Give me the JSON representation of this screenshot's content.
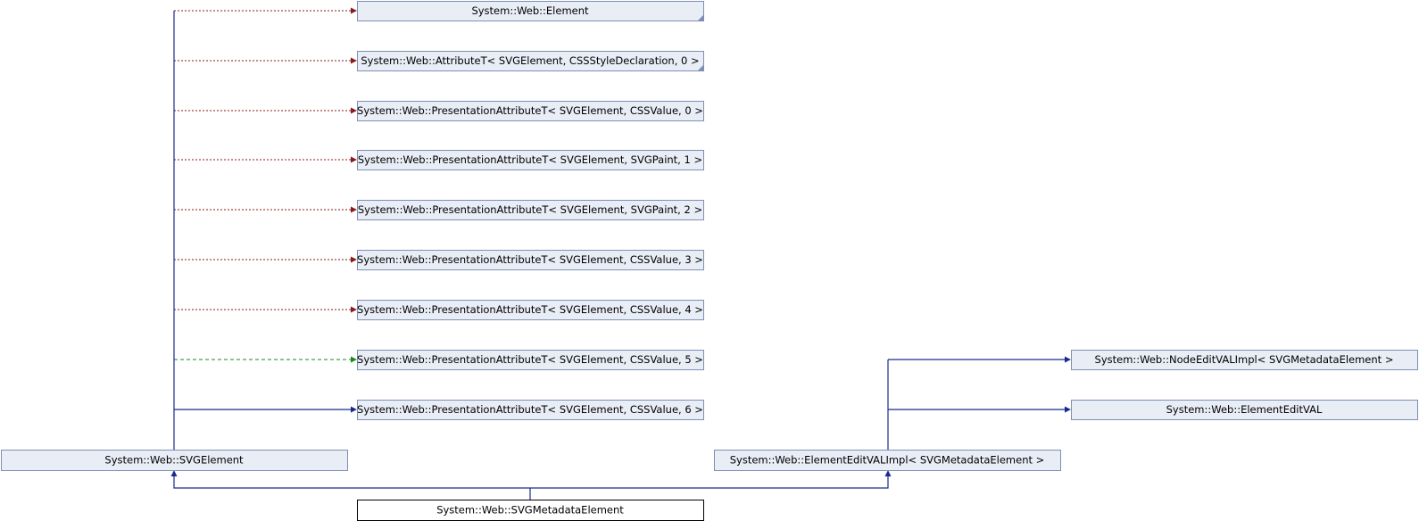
{
  "diagram": {
    "root": {
      "id": "metadata",
      "label": "System::Web::SVGMetadataElement"
    },
    "nodes": [
      {
        "id": "element",
        "label": "System::Web::Element",
        "truncated": true
      },
      {
        "id": "attr0",
        "label": "System::Web::AttributeT< SVGElement, CSSStyleDeclaration, 0 >",
        "truncated": true
      },
      {
        "id": "pa0",
        "label": "System::Web::PresentationAttributeT< SVGElement, CSSValue, 0 >",
        "truncated": false
      },
      {
        "id": "pa1",
        "label": "System::Web::PresentationAttributeT< SVGElement, SVGPaint, 1 >",
        "truncated": false
      },
      {
        "id": "pa2",
        "label": "System::Web::PresentationAttributeT< SVGElement, SVGPaint, 2 >",
        "truncated": false
      },
      {
        "id": "pa3",
        "label": "System::Web::PresentationAttributeT< SVGElement, CSSValue, 3 >",
        "truncated": false
      },
      {
        "id": "pa4",
        "label": "System::Web::PresentationAttributeT< SVGElement, CSSValue, 4 >",
        "truncated": false
      },
      {
        "id": "pa5",
        "label": "System::Web::PresentationAttributeT< SVGElement, CSSValue, 5 >",
        "truncated": false
      },
      {
        "id": "pa6",
        "label": "System::Web::PresentationAttributeT< SVGElement, CSSValue, 6 >",
        "truncated": false
      },
      {
        "id": "nodeedit",
        "label": "System::Web::NodeEditVALImpl< SVGMetadataElement >",
        "truncated": false
      },
      {
        "id": "elemeditval",
        "label": "System::Web::ElementEditVAL",
        "truncated": false
      },
      {
        "id": "svgelement",
        "label": "System::Web::SVGElement",
        "truncated": false
      },
      {
        "id": "elemeditimpl",
        "label": "System::Web::ElementEditVALImpl< SVGMetadataElement >",
        "truncated": false
      }
    ],
    "edges": [
      {
        "from": "svgelement",
        "to": "element",
        "kind": "private"
      },
      {
        "from": "svgelement",
        "to": "attr0",
        "kind": "private"
      },
      {
        "from": "svgelement",
        "to": "pa0",
        "kind": "private"
      },
      {
        "from": "svgelement",
        "to": "pa1",
        "kind": "private"
      },
      {
        "from": "svgelement",
        "to": "pa2",
        "kind": "private"
      },
      {
        "from": "svgelement",
        "to": "pa3",
        "kind": "private"
      },
      {
        "from": "svgelement",
        "to": "pa4",
        "kind": "private"
      },
      {
        "from": "svgelement",
        "to": "pa5",
        "kind": "protected"
      },
      {
        "from": "svgelement",
        "to": "pa6",
        "kind": "public"
      },
      {
        "from": "elemeditimpl",
        "to": "nodeedit",
        "kind": "public"
      },
      {
        "from": "elemeditimpl",
        "to": "elemeditval",
        "kind": "public"
      },
      {
        "from": "metadata",
        "to": "svgelement",
        "kind": "public"
      },
      {
        "from": "metadata",
        "to": "elemeditimpl",
        "kind": "public"
      }
    ],
    "colors": {
      "private": "#8b1a1a",
      "protected": "#1a8b1a",
      "public": "#1a2a8b",
      "node_fill": "#e8edf6",
      "node_border": "#7f8fb3"
    }
  }
}
